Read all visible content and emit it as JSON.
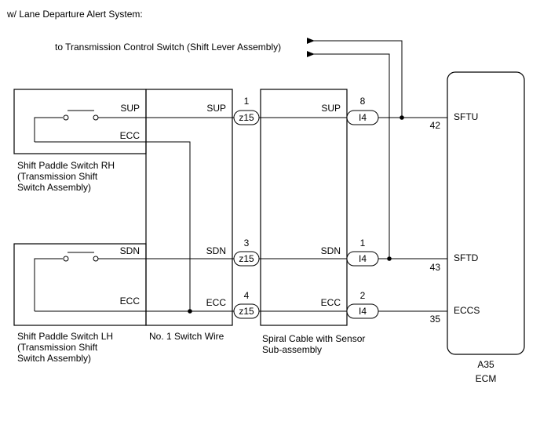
{
  "header": {
    "title": "w/ Lane Departure Alert System:"
  },
  "transmission_note": "to Transmission Control Switch (Shift Lever Assembly)",
  "components": {
    "rh": {
      "label_lines": [
        "Shift Paddle Switch RH",
        "(Transmission Shift",
        "Switch Assembly)"
      ],
      "sup": "SUP",
      "ecc": "ECC"
    },
    "lh": {
      "label_lines": [
        "Shift Paddle Switch LH",
        "(Transmission Shift",
        "Switch Assembly)"
      ],
      "sdn": "SDN",
      "ecc": "ECC"
    },
    "switch_wire": {
      "label": "No. 1 Switch Wire",
      "sup": "SUP",
      "sdn": "SDN",
      "ecc": "ECC"
    },
    "spiral": {
      "label_lines": [
        "Spiral Cable with Sensor",
        "Sub-assembly"
      ],
      "sup": "SUP",
      "sdn": "SDN",
      "ecc": "ECC"
    },
    "ecm": {
      "code": "A35",
      "label": "ECM",
      "pins": {
        "sftu": "SFTU",
        "sftd": "SFTD",
        "eccs": "ECCS"
      }
    }
  },
  "connectors": {
    "z15": [
      {
        "pin": "1",
        "name": "z15"
      },
      {
        "pin": "3",
        "name": "z15"
      },
      {
        "pin": "4",
        "name": "z15"
      }
    ],
    "i4": [
      {
        "pin": "8",
        "name": "I4"
      },
      {
        "pin": "1",
        "name": "I4"
      },
      {
        "pin": "2",
        "name": "I4"
      }
    ]
  },
  "ecm_pin_numbers": [
    "42",
    "43",
    "35"
  ]
}
